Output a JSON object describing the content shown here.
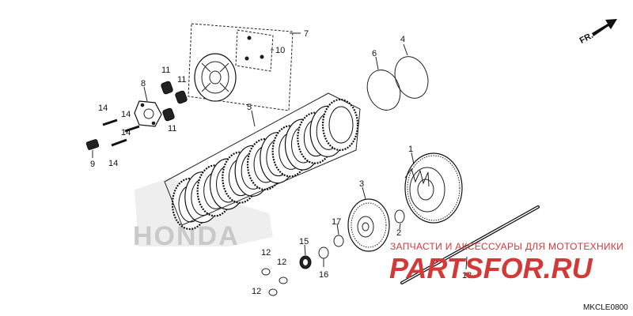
{
  "callouts": [
    "1",
    "2",
    "3",
    "4",
    "5",
    "6",
    "7",
    "8",
    "9",
    "10",
    "11",
    "11",
    "11",
    "12",
    "12",
    "12",
    "13",
    "14",
    "14",
    "14",
    "14",
    "15",
    "16",
    "17"
  ],
  "direction": {
    "label": "FR."
  },
  "watermark": {
    "text": "ЗАПЧАСТИ И АКСЕССУАРЫ ДЛЯ МОТОТЕХНИКИ",
    "logo": "PARTSFOR.RU"
  },
  "brand_backdrop": "HONDA",
  "diagram_code": "MKCLE0800",
  "colors": {
    "watermark": "#d23a3a",
    "line": "#222222",
    "backdrop": "#c9c9c9"
  }
}
